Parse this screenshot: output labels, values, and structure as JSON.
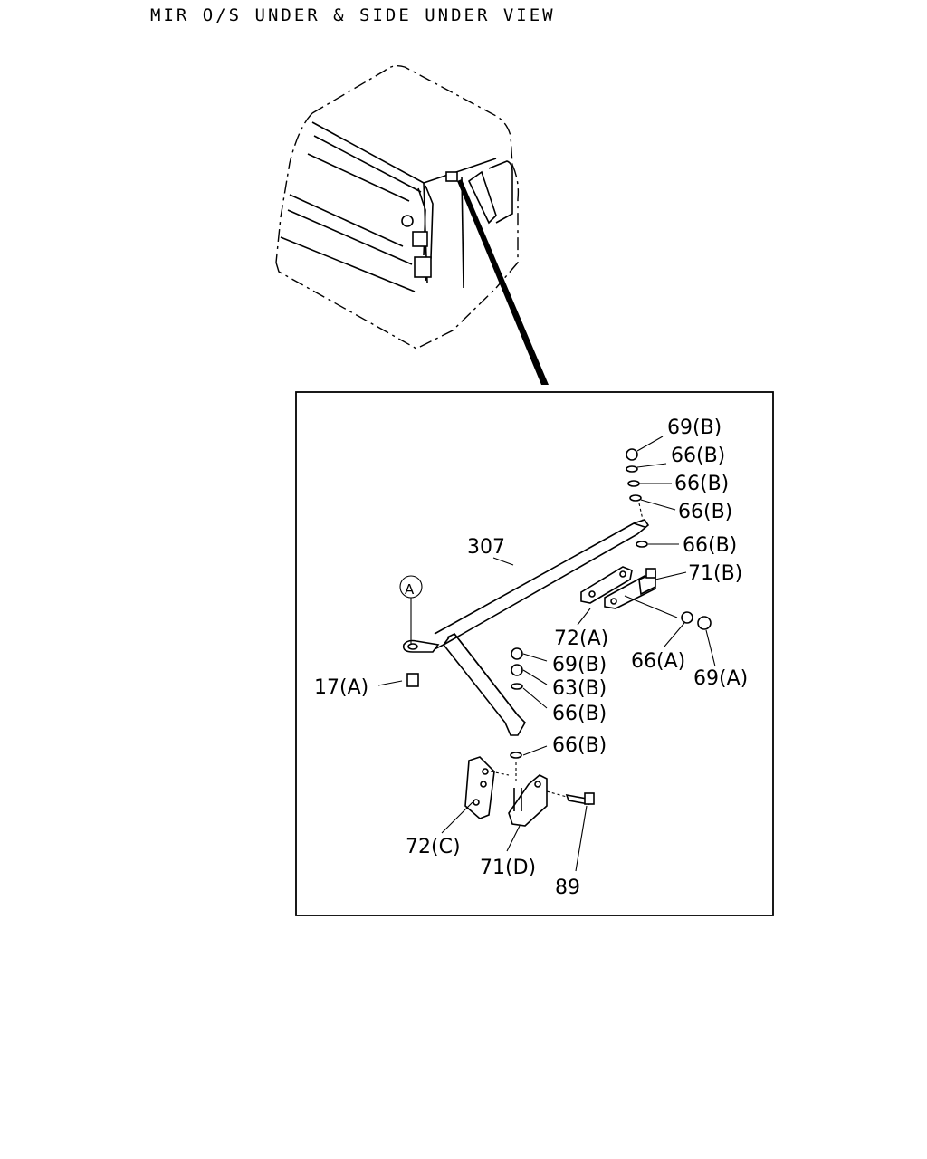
{
  "header": {
    "title": "MIR O/S UNDER & SIDE UNDER VIEW"
  },
  "callouts": {
    "c69b_1": "69(B)",
    "c66b_1": "66(B)",
    "c66b_2": "66(B)",
    "c66b_3": "66(B)",
    "c66b_4": "66(B)",
    "c71b": "71(B)",
    "c307": "307",
    "cA": "A",
    "c72a": "72(A)",
    "c66a": "66(A)",
    "c69a": "69(A)",
    "c69b_2": "69(B)",
    "c63b": "63(B)",
    "c66b_5": "66(B)",
    "c17a": "17(A)",
    "c66b_6": "66(B)",
    "c72c": "72(C)",
    "c71d": "71(D)",
    "c89": "89"
  }
}
